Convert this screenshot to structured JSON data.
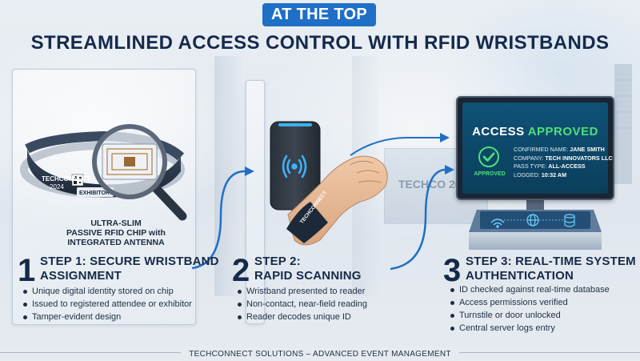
{
  "header": {
    "tag": "AT THE TOP",
    "title": "STREAMLINED ACCESS CONTROL WITH RFID WRISTBANDS"
  },
  "steps": [
    {
      "number": "1",
      "title_line1": "STEP 1: SECURE WRISTBAND",
      "title_line2": "ASSIGNMENT",
      "bullets": [
        "Unique digital identity stored on chip",
        "Issued to registered attendee or exhibitor",
        "Tamper-evident design"
      ]
    },
    {
      "number": "2",
      "title_line1": "STEP 2:",
      "title_line2": "RAPID SCANNING",
      "bullets": [
        "Wristband presented to reader",
        "Non-contact, near-field reading",
        "Reader decodes unique ID"
      ]
    },
    {
      "number": "3",
      "title_line1": "STEP 3: REAL-TIME SYSTEM",
      "title_line2": "AUTHENTICATION",
      "bullets": [
        "ID checked against real-time database",
        "Access permissions verified",
        "Turnstile or door unlocked",
        "Central server logs entry"
      ]
    }
  ],
  "wristband": {
    "brand_line1": "TECHCONNECT",
    "brand_line2": "2024",
    "badge": "EXHIBITOR",
    "chip_label_line1": "ULTRA-SLIM",
    "chip_label_line2": "PASSIVE RFID CHIP with",
    "chip_label_line3": "INTEGRATED ANTENNA"
  },
  "reader_band_text": "TECHCONNECT",
  "background_booth_text": "TECHCO 2024",
  "screen": {
    "title_prefix": "ACCESS",
    "title_status": "APPROVED",
    "approved_label": "APPROVED",
    "rows": [
      {
        "label": "CONFIRMED NAME:",
        "value": "JANE SMITH"
      },
      {
        "label": "COMPANY:",
        "value": "TECH INNOVATORS LLC"
      },
      {
        "label": "PASS TYPE:",
        "value": "ALL-ACCESS"
      },
      {
        "label": "LOGGED:",
        "value": "10:32 AM"
      }
    ]
  },
  "footer": "TECHCONNECT SOLUTIONS – ADVANCED EVENT MANAGEMENT",
  "icons": [
    "magnifier-icon",
    "rfid-chip-icon",
    "nfc-wave-icon",
    "checkmark-icon",
    "wifi-icon",
    "globe-icon",
    "database-icon"
  ],
  "colors": {
    "accent": "#1f6fc7",
    "approved": "#4de07a",
    "title": "#15294a",
    "screen": "#0f5276"
  }
}
